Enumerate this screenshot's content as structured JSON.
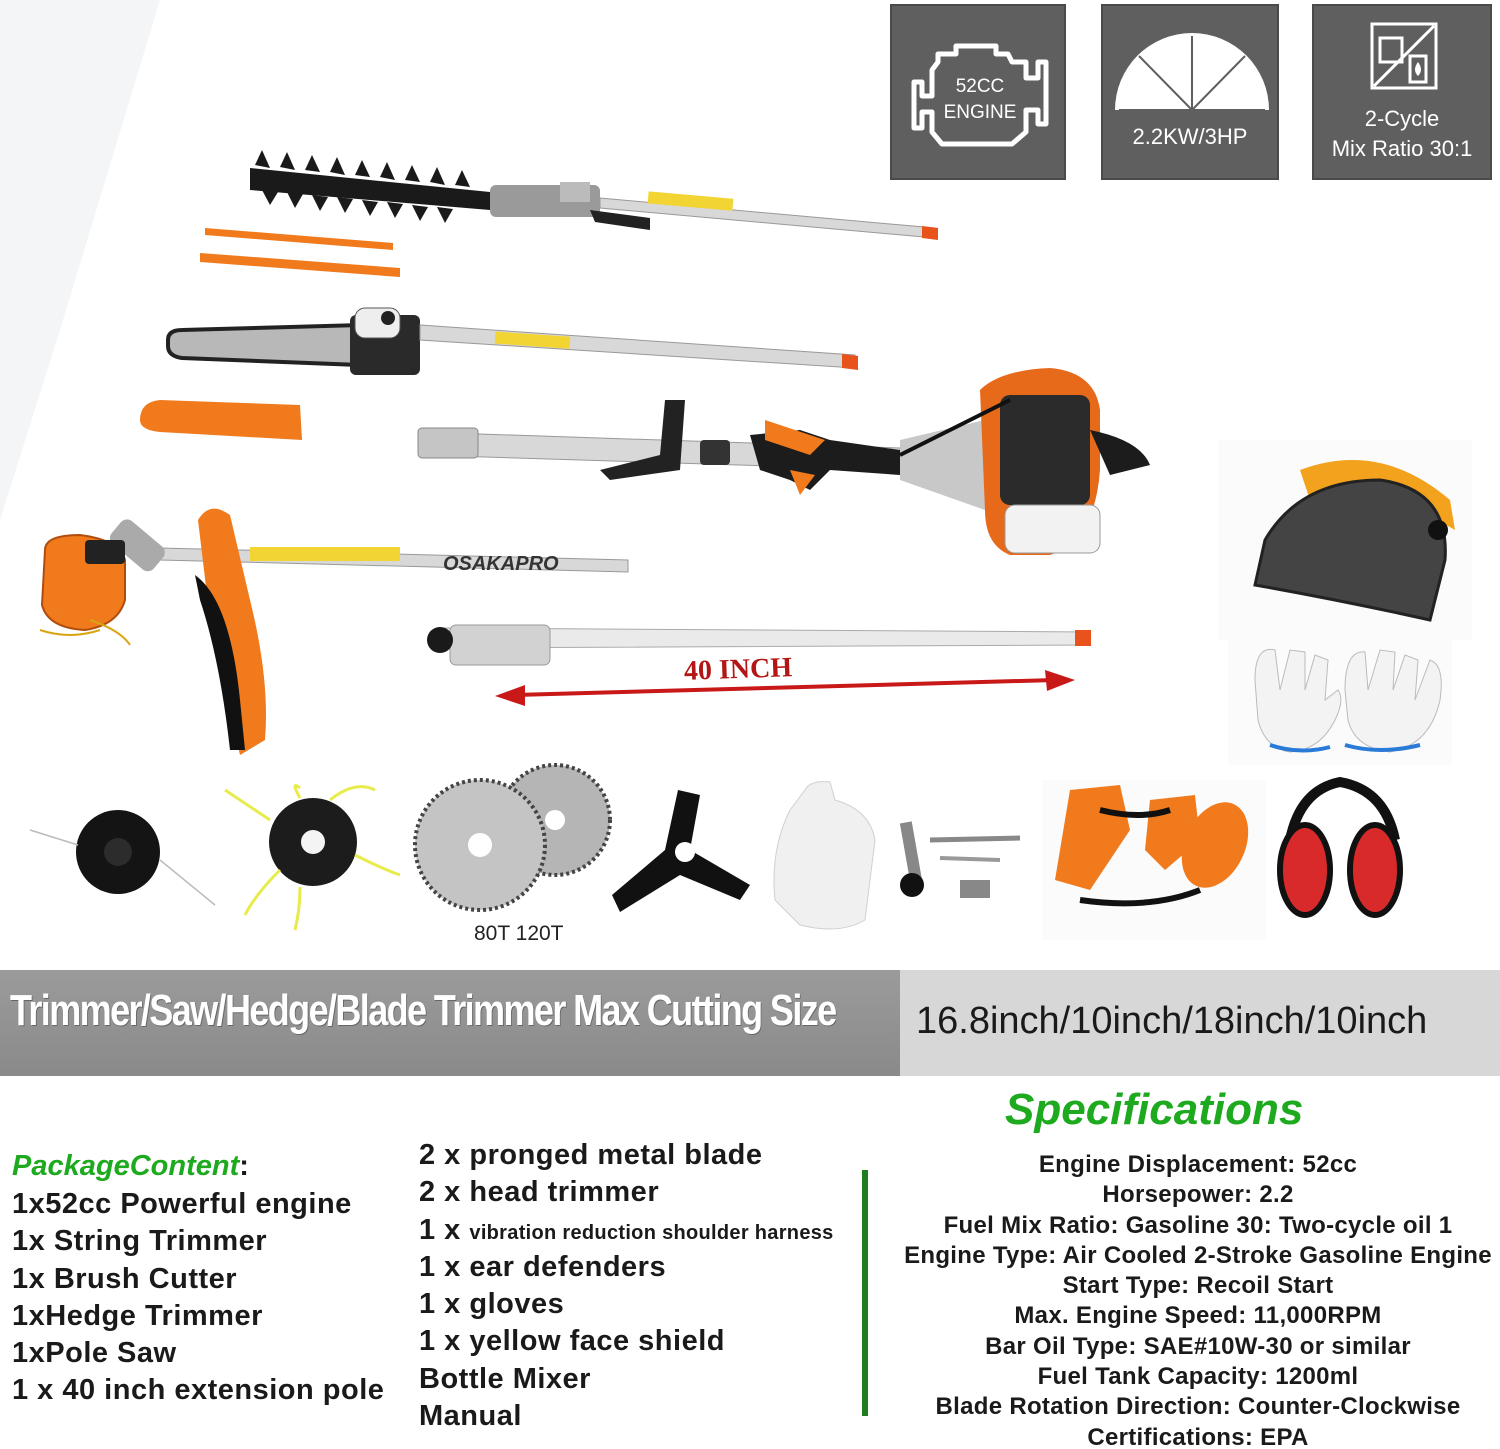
{
  "badges": {
    "engine_line1": "52CC",
    "engine_line2": "ENGINE",
    "power": "2.2KW/3HP",
    "cycle_line1": "2-Cycle",
    "cycle_line2": "Mix Ratio 30:1"
  },
  "extension_label": "40 INCH",
  "shaft_brand": "OSAKAPRO",
  "blade_label": "80T 120T",
  "banner": {
    "left": "Trimmer/Saw/Hedge/Blade Trimmer Max Cutting Size",
    "right": "16.8inch/10inch/18inch/10inch"
  },
  "package": {
    "title": "PackageContent",
    "colon": ":",
    "col1": [
      "1x52cc Powerful engine",
      "1x String Trimmer",
      "1x Brush Cutter",
      "1xHedge Trimmer",
      "1xPole Saw",
      "1 x 40 inch extension pole"
    ],
    "col2": [
      "2 x pronged metal blade",
      "2 x head trimmer",
      "1 x",
      "vibration reduction shoulder harness",
      "1 x ear defenders",
      "1 x gloves",
      "1 x yellow face shield",
      "Bottle Mixer",
      "Manual"
    ]
  },
  "specifications": {
    "title": "Specifications",
    "items": [
      "Engine Displacement: 52cc",
      "Horsepower: 2.2",
      "Fuel Mix Ratio: Gasoline 30: Two-cycle oil 1",
      "Engine Type: Air Cooled 2-Stroke Gasoline Engine",
      "Start Type: Recoil Start",
      "Max. Engine Speed: 11,000RPM",
      "Bar Oil Type: SAE#10W-30 or similar",
      "Fuel Tank Capacity: 1200ml",
      "Blade Rotation Direction: Counter-Clockwise",
      "Certifications: EPA"
    ]
  },
  "colors": {
    "accent_orange": "#f07a1c",
    "spec_green": "#1eaa1e",
    "badge_gray": "#5f5f5f",
    "arrow_red": "#c81818"
  }
}
